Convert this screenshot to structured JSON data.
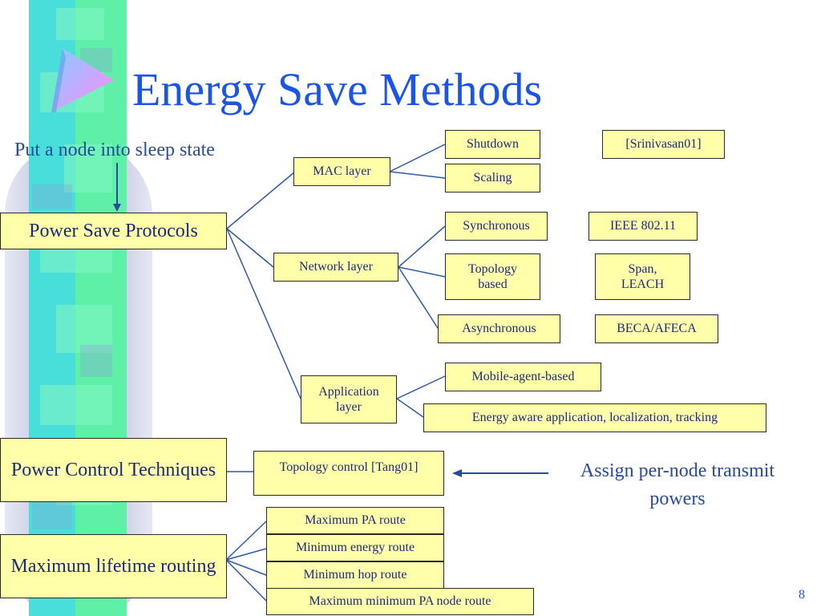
{
  "slide": {
    "title": "Energy Save Methods",
    "page_number": "8"
  },
  "annotations": {
    "sleep": "Put a node into sleep state",
    "transmit": "Assign per-node transmit powers"
  },
  "categories": {
    "power_save": "Power Save Protocols",
    "power_control": "Power Control Techniques",
    "max_lifetime": "Maximum lifetime routing"
  },
  "layers": {
    "mac": "MAC layer",
    "network": "Network layer",
    "application": "Application layer"
  },
  "leaves": {
    "shutdown": "Shutdown",
    "scaling": "Scaling",
    "synchronous": "Synchronous",
    "topology_based": "Topology based",
    "asynchronous": "Asynchronous",
    "mobile_agent": "Mobile-agent-based",
    "energy_aware": "Energy aware application, localization, tracking",
    "topology_control": "Topology control [Tang01]"
  },
  "references": {
    "srinivasan": "[Srinivasan01]",
    "ieee": "IEEE 802.11",
    "span_leach": "Span, LEACH",
    "beca": "BECA/AFECA"
  },
  "routes": [
    "Maximum PA route",
    "Minimum energy route",
    "Minimum hop route",
    "Maximum minimum PA node route"
  ],
  "colors": {
    "title": "#1a55e8",
    "box_fill": "#ffffaa",
    "box_text": "#1a2a7a",
    "connector": "#2e5aa6",
    "annotation": "#274b9b"
  }
}
